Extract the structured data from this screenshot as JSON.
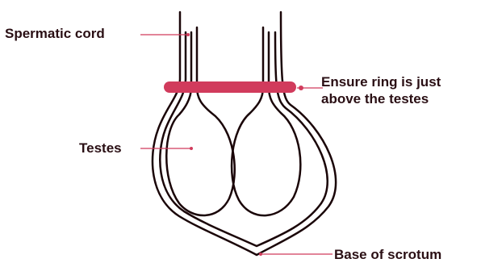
{
  "labels": {
    "spermatic_cord": "Spermatic cord",
    "ring_line1": "Ensure ring is just",
    "ring_line2": "above the testes",
    "testes": "Testes",
    "base": "Base of scrotum"
  },
  "colors": {
    "outline": "#1a0508",
    "accent": "#d13b5c",
    "text": "#2a0f14"
  }
}
